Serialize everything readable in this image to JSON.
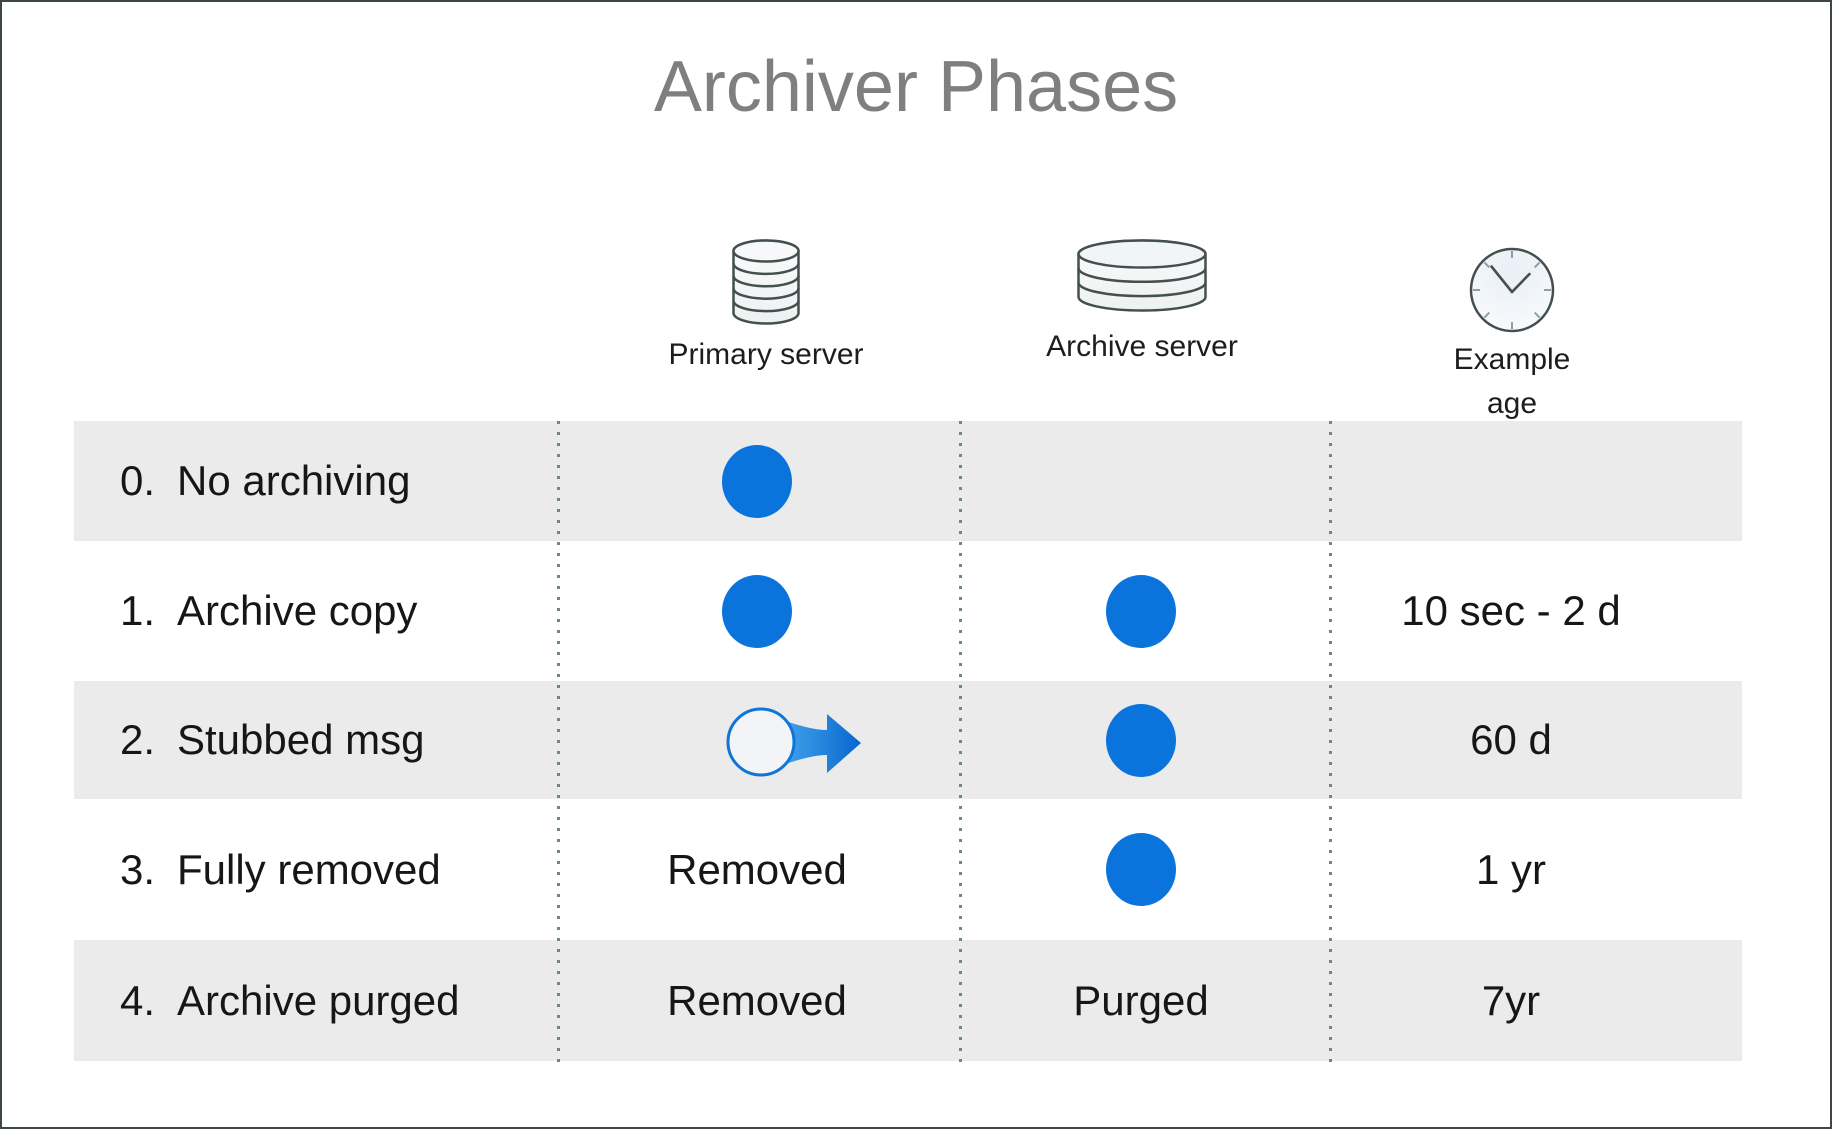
{
  "title": "Archiver Phases",
  "colors": {
    "dot_blue": "#0a74dc",
    "arrow_blue_light": "#45a5ec",
    "arrow_blue_dark": "#0767cf",
    "row_gray": "#ebebeb",
    "title_gray": "#7f7f7f",
    "icon_stroke": "#44504e",
    "dotted_line": "#6e8888"
  },
  "header": {
    "columns": [
      {
        "icon": "database-cylinder-icon",
        "label": "Primary server"
      },
      {
        "icon": "disk-stack-icon",
        "label": "Archive server"
      },
      {
        "icon": "clock-icon",
        "label_line1": "Example",
        "label_line2": "age"
      }
    ]
  },
  "table": {
    "rows": [
      {
        "num": "0.",
        "name": "No archiving",
        "primary": "dot",
        "archive": "none",
        "age": ""
      },
      {
        "num": "1.",
        "name": "Archive copy",
        "primary": "dot",
        "archive": "dot",
        "age": "10 sec - 2 d"
      },
      {
        "num": "2.",
        "name": "Stubbed msg",
        "primary": "stub-arrow",
        "archive": "dot",
        "age": "60 d"
      },
      {
        "num": "3.",
        "name": "Fully removed",
        "primary": "text",
        "primary_text": "Removed",
        "archive": "dot",
        "age": "1 yr"
      },
      {
        "num": "4.",
        "name": "Archive purged",
        "primary": "text",
        "primary_text": "Removed",
        "archive": "text",
        "archive_text": "Purged",
        "age": "7yr"
      }
    ]
  }
}
